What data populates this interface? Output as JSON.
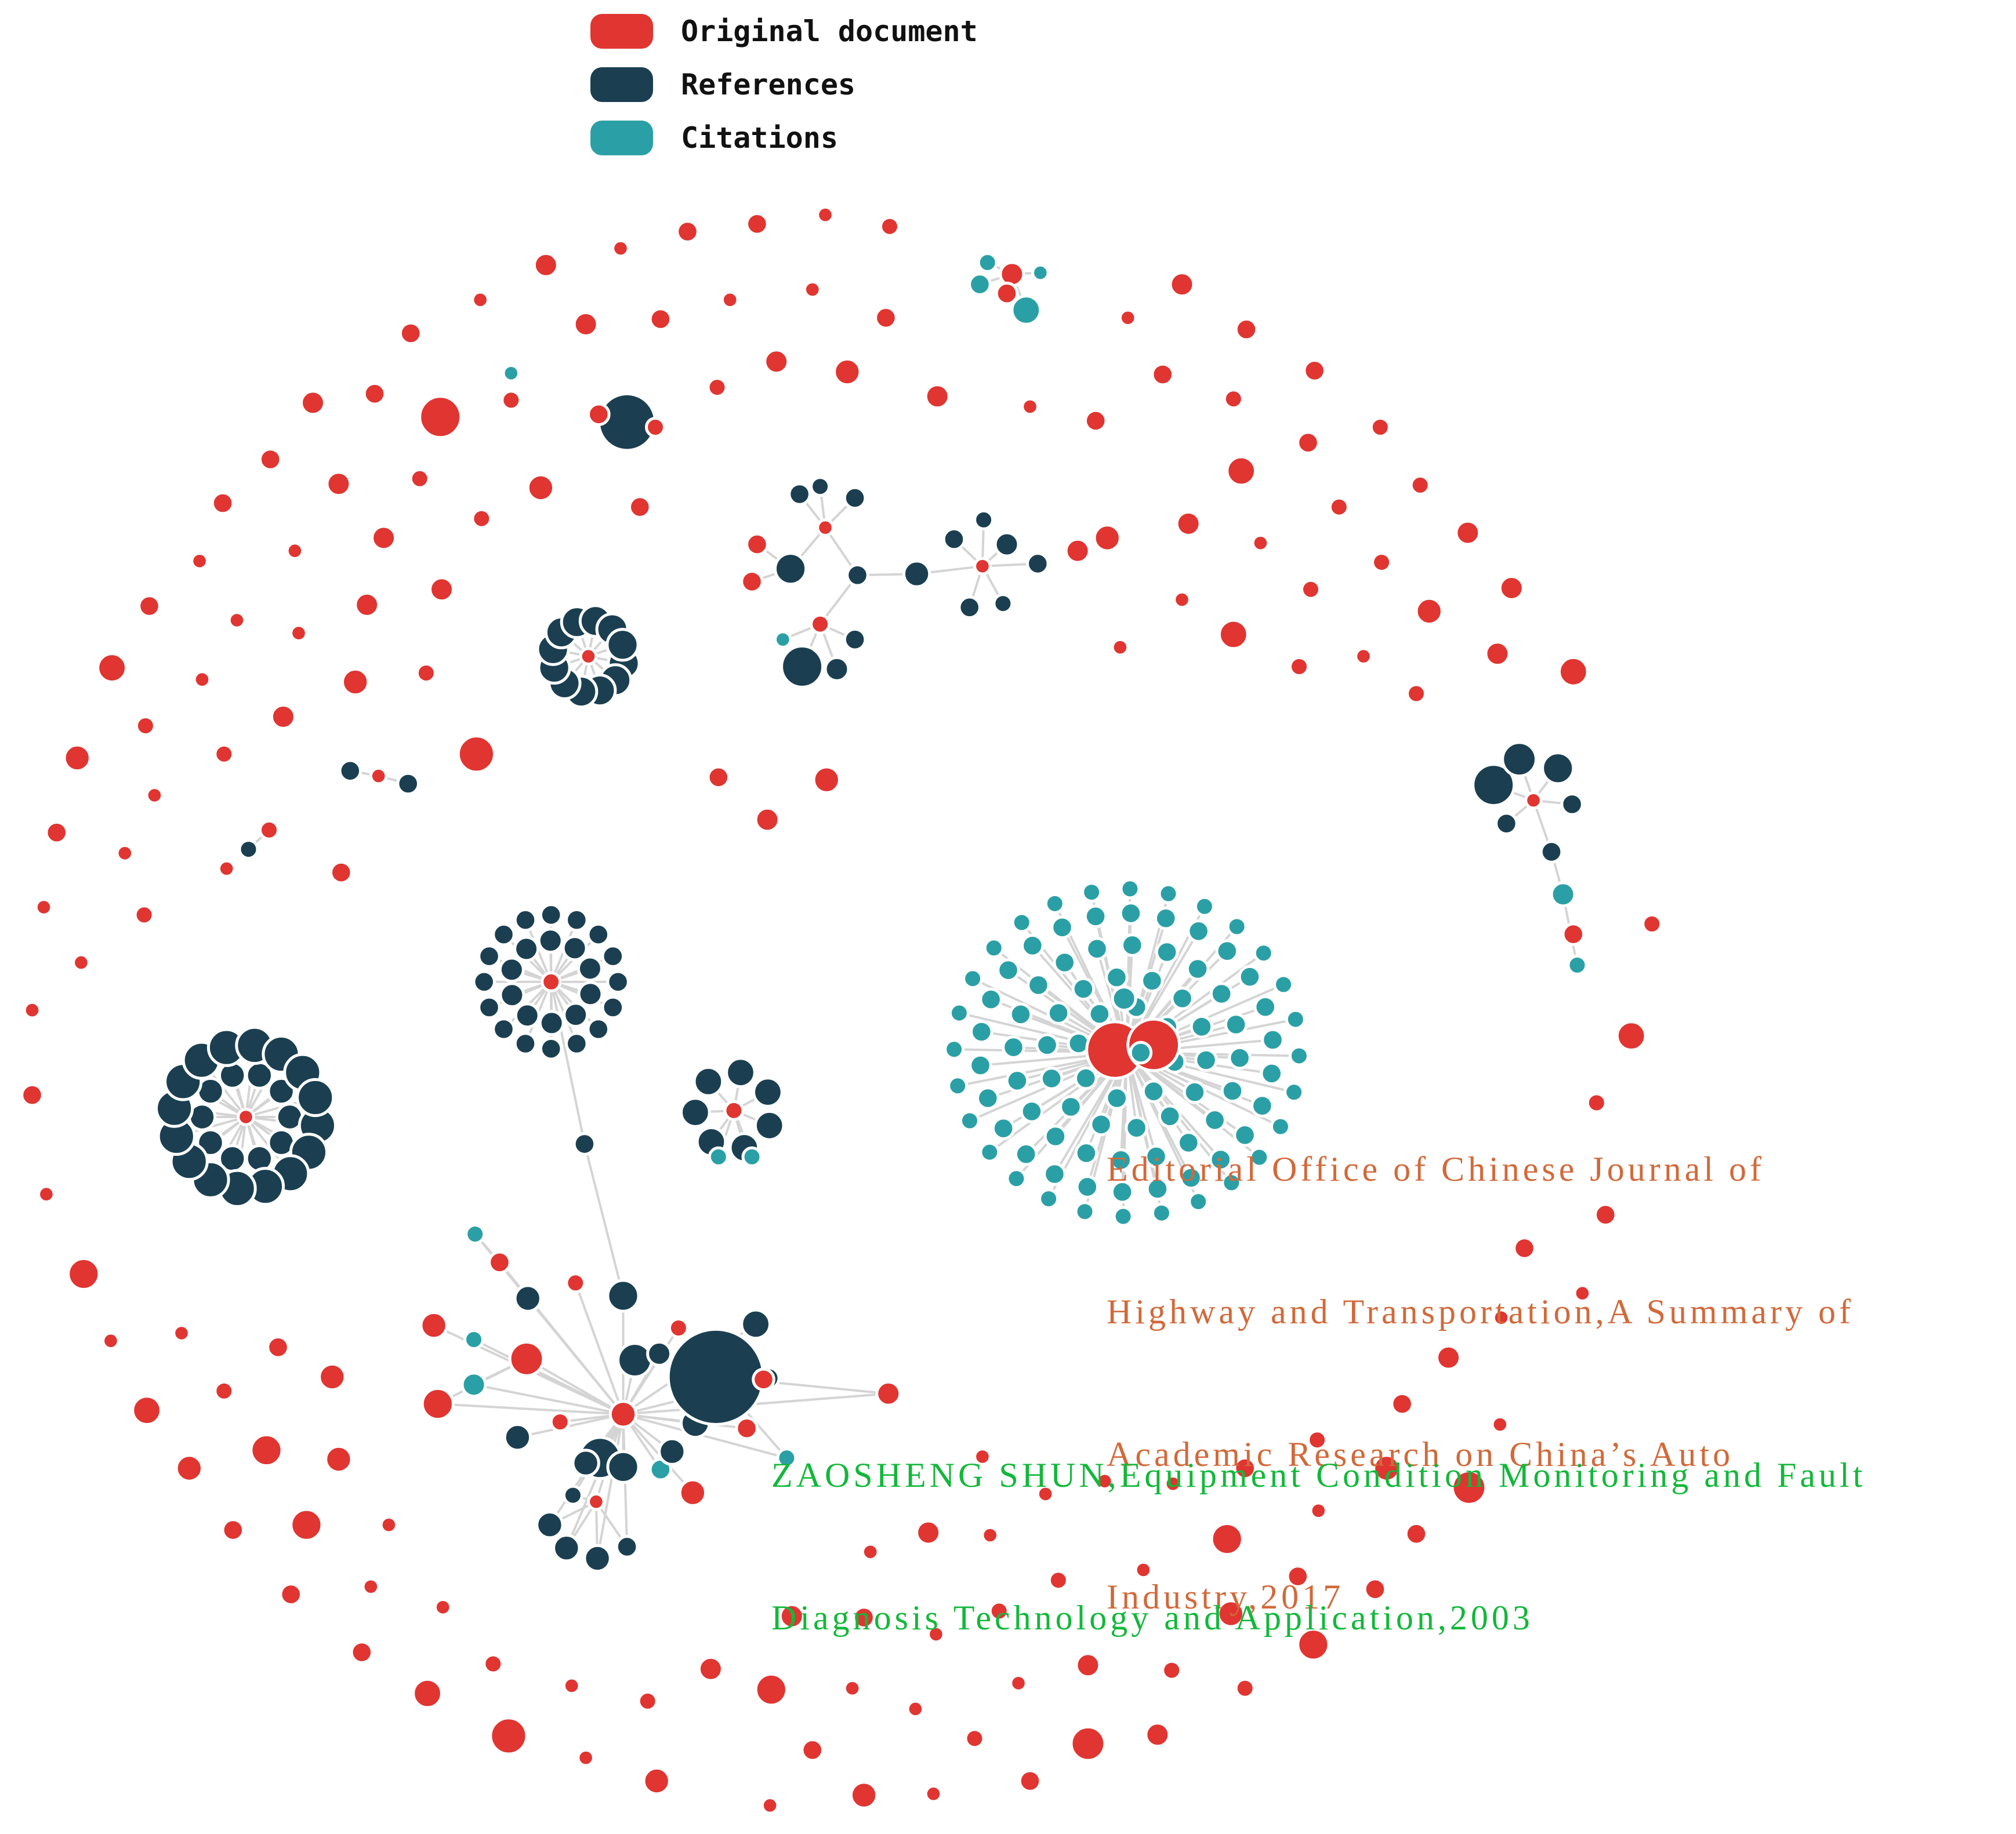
{
  "legend": {
    "items": [
      {
        "label": "Original document",
        "color": "#e03531"
      },
      {
        "label": "References",
        "color": "#1b3f51"
      },
      {
        "label": "Citations",
        "color": "#2aa0a6"
      }
    ]
  },
  "labels": {
    "editorial_line1": "Editorial Office of Chinese Journal of",
    "editorial_line2": "Highway and Transportation,A Summary of",
    "editorial_line3": "Academic Research on China’s Auto",
    "editorial_line4": "Industry,2017",
    "zaosheng_line1": "ZAOSHENG SHUN,Equipment Condition Monitoring and Fault",
    "zaosheng_line2": "Diagnosis Technology and Application,2003"
  },
  "colors": {
    "original": "#e03531",
    "reference": "#1b3f51",
    "citation": "#2aa0a6",
    "edge": "#d4d4d4",
    "label_orange": "#d2693a",
    "label_green": "#12b83a"
  }
}
